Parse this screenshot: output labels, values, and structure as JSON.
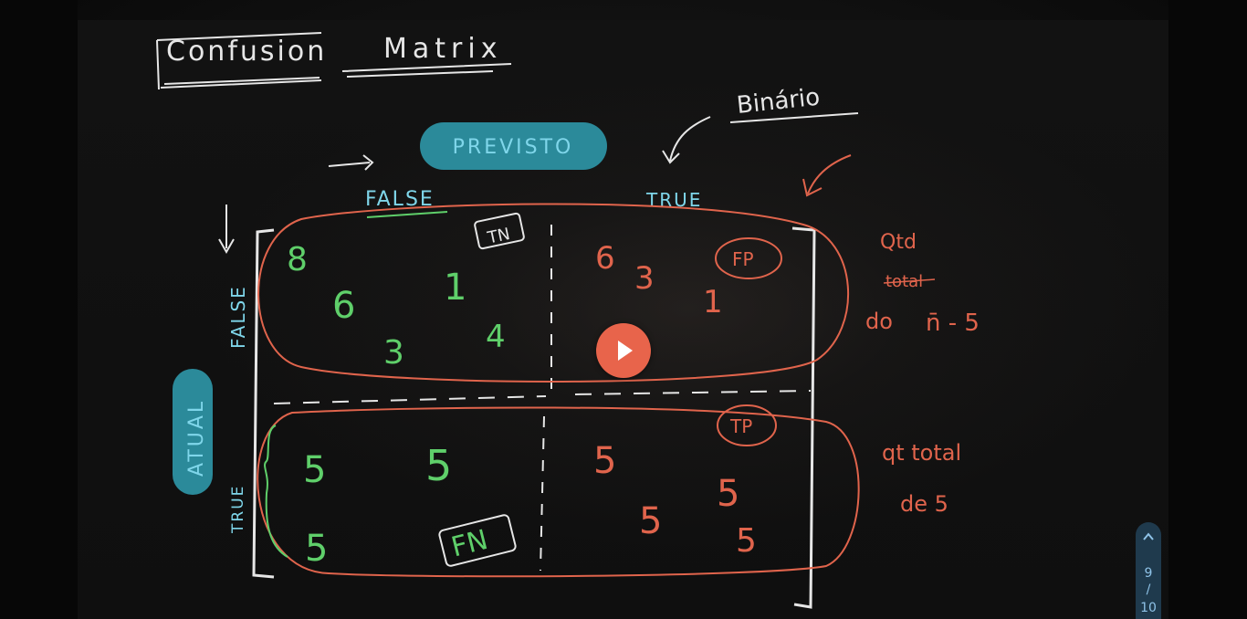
{
  "whiteboard": {
    "title": "Confusion",
    "title_word2": "Matrix",
    "binario_label": "Binário",
    "predicted_label": "PREVISTO",
    "predicted_false": "FALSE",
    "predicted_true": "TRUE",
    "actual_label": "ATUAL",
    "actual_false": "FALSE",
    "actual_true": "TRUE",
    "tn_tag": "TN",
    "fp_tag": "FP",
    "tp_tag": "TP",
    "fn_tag": "FN",
    "tn_values": [
      "8",
      "6",
      "1",
      "3",
      "4"
    ],
    "fp_values": [
      "6",
      "3",
      "1"
    ],
    "fn_values": [
      "5",
      "5",
      "5"
    ],
    "tp_values": [
      "5",
      "5",
      "5",
      "5"
    ],
    "note_top_line1": "Qtd",
    "note_top_line2": "total",
    "note_top_line3": "do",
    "note_top_expr": "n̄ - 5",
    "note_bottom_line1": "qt total",
    "note_bottom_line2": "de 5"
  },
  "player": {
    "play_icon": "play-icon",
    "accent_color": "#e8644b"
  },
  "pagination": {
    "current": "9",
    "separator": "/",
    "total": "10",
    "up_icon": "chevron-up-icon"
  },
  "colors": {
    "board_white": "#e6e6e6",
    "teal_fill": "#2b8a9a",
    "cyan_text": "#7fd6ea",
    "green_digits": "#5fcf6a",
    "orange_ink": "#e0644c"
  }
}
